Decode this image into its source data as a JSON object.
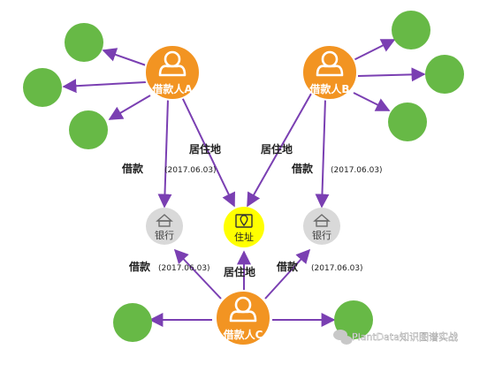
{
  "nodes": {
    "borrower_a": {
      "label": "借款人A"
    },
    "borrower_b": {
      "label": "借款人B"
    },
    "borrower_c": {
      "label": "借款人C"
    },
    "bank_left": {
      "label": "银行"
    },
    "bank_right": {
      "label": "银行"
    },
    "residence": {
      "label": "住址"
    }
  },
  "edges": {
    "a_loan": {
      "label": "借款",
      "date": "(2017.06.03)"
    },
    "a_live": {
      "label": "居住地"
    },
    "b_live": {
      "label": "居住地"
    },
    "b_loan": {
      "label": "借款",
      "date": "(2017.06.03)"
    },
    "c_loan_left": {
      "label": "借款",
      "date": "(2017.06.03)"
    },
    "c_live": {
      "label": "居住地"
    },
    "c_loan_right": {
      "label": "借款",
      "date": "(2017.06.03)"
    }
  },
  "watermark": {
    "text": "PlantData知识图谱实战"
  },
  "colors": {
    "person": "#F29422",
    "neighbor": "#67B946",
    "bank": "#D9D9D9",
    "residence": "#FFFF00",
    "edge": "#7A3FB2"
  }
}
